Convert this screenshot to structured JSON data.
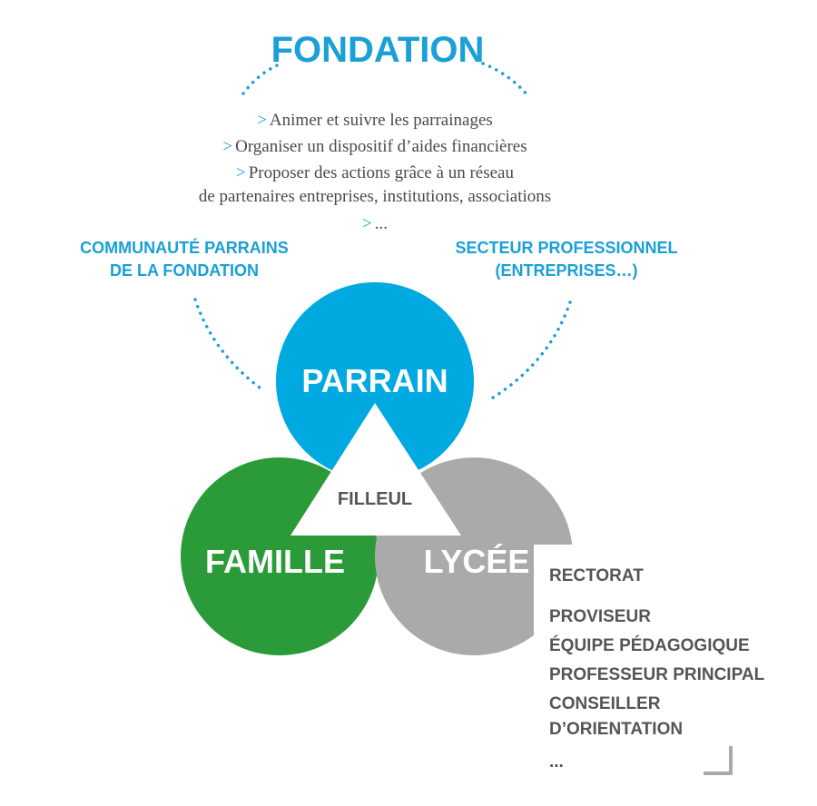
{
  "title": "FONDATION",
  "missions": {
    "bullet_marker": ">",
    "items": [
      "Animer et suivre les parrainages",
      "Organiser un dispositif d’aides financières",
      "Proposer des actions grâce à un réseau",
      "..."
    ],
    "continuation": "de partenaires entreprises, institutions, associations"
  },
  "left_group": {
    "line1": "COMMUNAUTÉ PARRAINS",
    "line2": "DE LA FONDATION"
  },
  "right_group": {
    "line1": "SECTEUR PROFESSIONNEL",
    "line2": "(ENTREPRISES…)"
  },
  "circles": {
    "parrain": "PARRAIN",
    "famille": "FAMILLE",
    "lycee": "LYCÉE",
    "center": "FILLEUL"
  },
  "lycee_list": {
    "heading": "RECTORAT",
    "items": [
      "PROVISEUR",
      "ÉQUIPE PÉDAGOGIQUE",
      "PROFESSEUR PRINCIPAL",
      "CONSEILLER",
      "D’ORIENTATION",
      "..."
    ]
  },
  "colors": {
    "blue": "#1aa0d6",
    "parrain_blue": "#00a9e0",
    "green": "#2a9b38",
    "grey": "#aaaaaa",
    "text_grey": "#555555"
  }
}
